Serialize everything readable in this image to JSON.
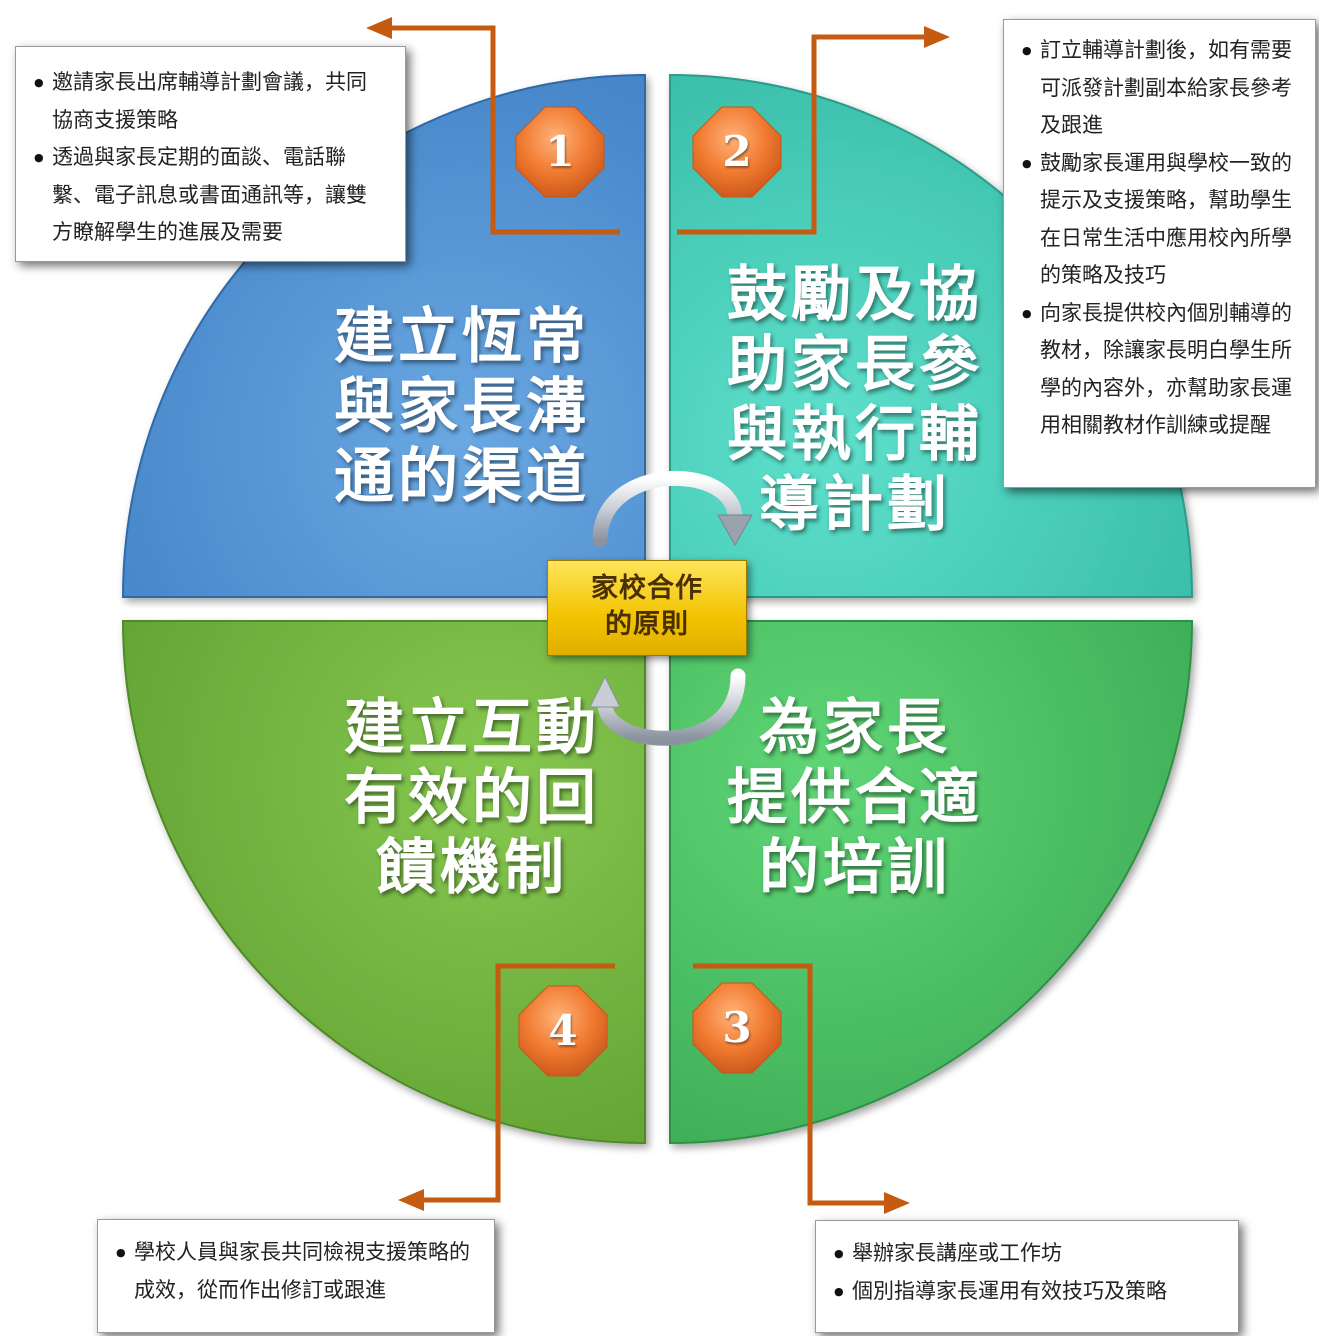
{
  "center": {
    "line1": "家校合作",
    "line2": "的原則"
  },
  "colors": {
    "q1": "#5b9bd5",
    "q2": "#4fd1bd",
    "q3": "#58c86b",
    "q4": "#7cbb47",
    "connector": "#c55a11",
    "badge": "#ee7a30",
    "center_fill": "#f5c400"
  },
  "quadrants": [
    {
      "number": "1",
      "title_lines": [
        "建立恆常",
        "與家長溝",
        "通的渠道"
      ],
      "bullets": [
        "邀請家長出席輔導計劃會議，共同協商支援策略",
        "透過與家長定期的面談、電話聯繫、電子訊息或書面通訊等，讓雙方瞭解學生的進展及需要"
      ]
    },
    {
      "number": "2",
      "title_lines": [
        "鼓勵及協",
        "助家長參",
        "與執行輔",
        "導計劃"
      ],
      "bullets": [
        "訂立輔導計劃後，如有需要可派發計劃副本給家長參考及跟進",
        "鼓勵家長運用與學校一致的提示及支援策略，幫助學生在日常生活中應用校內所學的策略及技巧",
        "向家長提供校內個別輔導的教材，除讓家長明白學生所學的內容外，亦幫助家長運用相關教材作訓練或提醒"
      ]
    },
    {
      "number": "3",
      "title_lines": [
        "為家長",
        "提供合適",
        "的培訓"
      ],
      "bullets": [
        "舉辦家長講座或工作坊",
        "個別指導家長運用有效技巧及策略"
      ]
    },
    {
      "number": "4",
      "title_lines": [
        "建立互動",
        "有效的回",
        "饋機制"
      ],
      "bullets": [
        "學校人員與家長共同檢視支援策略的成效，從而作出修訂或跟進"
      ]
    }
  ]
}
